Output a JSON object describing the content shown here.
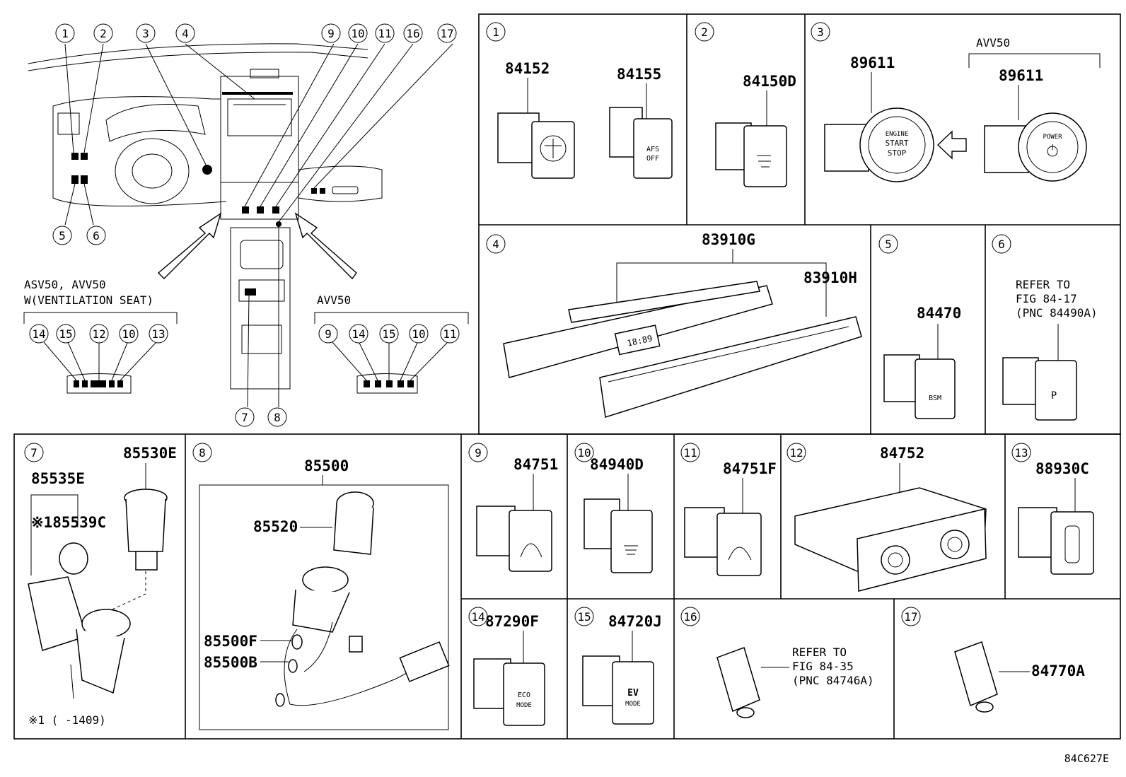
{
  "overview": {
    "callouts_top": [
      "1",
      "2",
      "3",
      "4",
      "9",
      "10",
      "11",
      "16",
      "17"
    ],
    "callouts_bottom": [
      "5",
      "6",
      "7",
      "8"
    ],
    "group_left": {
      "title1": "ASV50, AVV50",
      "title2": "W(VENTILATION SEAT)",
      "items": [
        "14",
        "15",
        "12",
        "10",
        "13"
      ]
    },
    "group_right": {
      "title": "AVV50",
      "items": [
        "9",
        "14",
        "15",
        "10",
        "11"
      ]
    }
  },
  "cells": {
    "c1": {
      "num": "1",
      "parts": [
        "84152",
        "84155"
      ],
      "label_afs": "AFS",
      "label_off": "OFF"
    },
    "c2": {
      "num": "2",
      "parts": [
        "84150D"
      ]
    },
    "c3": {
      "num": "3",
      "group": "AVV50",
      "parts": [
        "89611",
        "89611"
      ],
      "btn1": [
        "ENGINE",
        "START",
        "STOP"
      ],
      "btn2": "POWER"
    },
    "c4": {
      "num": "4",
      "parts": [
        "83910G",
        "83910H"
      ],
      "display": "18:89"
    },
    "c5": {
      "num": "5",
      "parts": [
        "84470"
      ],
      "label": "BSM"
    },
    "c6": {
      "num": "6",
      "refer": [
        "REFER TO",
        "FIG 84-17",
        "(PNC 84490A)"
      ],
      "label": "P"
    },
    "c7": {
      "num": "7",
      "parts": [
        "85530E",
        "85535E",
        "※185539C"
      ],
      "note": "※1 (      -1409)"
    },
    "c8": {
      "num": "8",
      "parts": [
        "85500",
        "85520",
        "85500F",
        "85500B"
      ]
    },
    "c9": {
      "num": "9",
      "parts": [
        "84751"
      ]
    },
    "c10": {
      "num": "10",
      "parts": [
        "84940D"
      ]
    },
    "c11": {
      "num": "11",
      "parts": [
        "84751F"
      ]
    },
    "c12": {
      "num": "12",
      "parts": [
        "84752"
      ]
    },
    "c13": {
      "num": "13",
      "parts": [
        "88930C"
      ]
    },
    "c14": {
      "num": "14",
      "parts": [
        "87290F"
      ],
      "label1": "ECO",
      "label2": "MODE"
    },
    "c15": {
      "num": "15",
      "parts": [
        "84720J"
      ],
      "label1": "EV",
      "label2": "MODE"
    },
    "c16": {
      "num": "16",
      "refer": [
        "REFER TO",
        "FIG 84-35",
        "(PNC 84746A)"
      ]
    },
    "c17": {
      "num": "17",
      "parts": [
        "84770A"
      ]
    }
  },
  "figure_code": "84C627E"
}
